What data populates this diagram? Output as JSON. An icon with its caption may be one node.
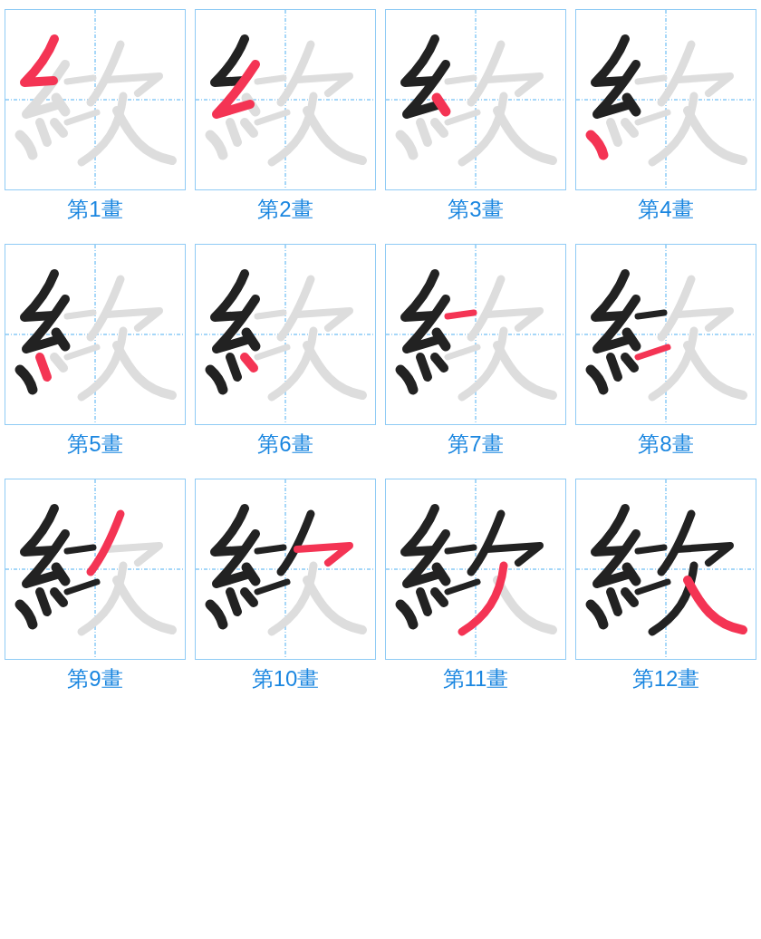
{
  "diagram": {
    "nodes": [
      {
        "text": [],
        "shape": "picture",
        "beside": [
          "第1畫"
        ]
      },
      {
        "text": [],
        "shape": "picture",
        "beside": [
          "第2畫"
        ]
      },
      {
        "text": [],
        "shape": "picture",
        "beside": [
          "第3畫"
        ]
      },
      {
        "text": [],
        "shape": "picture",
        "beside": [
          "第4畫"
        ]
      },
      {
        "text": [],
        "shape": "picture",
        "beside": [
          "第5畫"
        ]
      },
      {
        "text": [],
        "shape": "picture",
        "beside": [
          "第6畫"
        ]
      },
      {
        "text": [],
        "shape": "picture",
        "beside": [
          "第7畫"
        ]
      },
      {
        "text": [],
        "shape": "picture",
        "beside": [
          "第8畫"
        ]
      },
      {
        "text": [],
        "shape": "picture",
        "beside": [
          "第9畫"
        ]
      },
      {
        "text": [],
        "shape": "picture",
        "beside": [
          "第10畫"
        ]
      },
      {
        "text": [],
        "shape": "picture",
        "beside": [
          "第11畫"
        ]
      },
      {
        "text": [],
        "shape": "picture",
        "beside": [
          "第12畫"
        ]
      }
    ]
  }
}
